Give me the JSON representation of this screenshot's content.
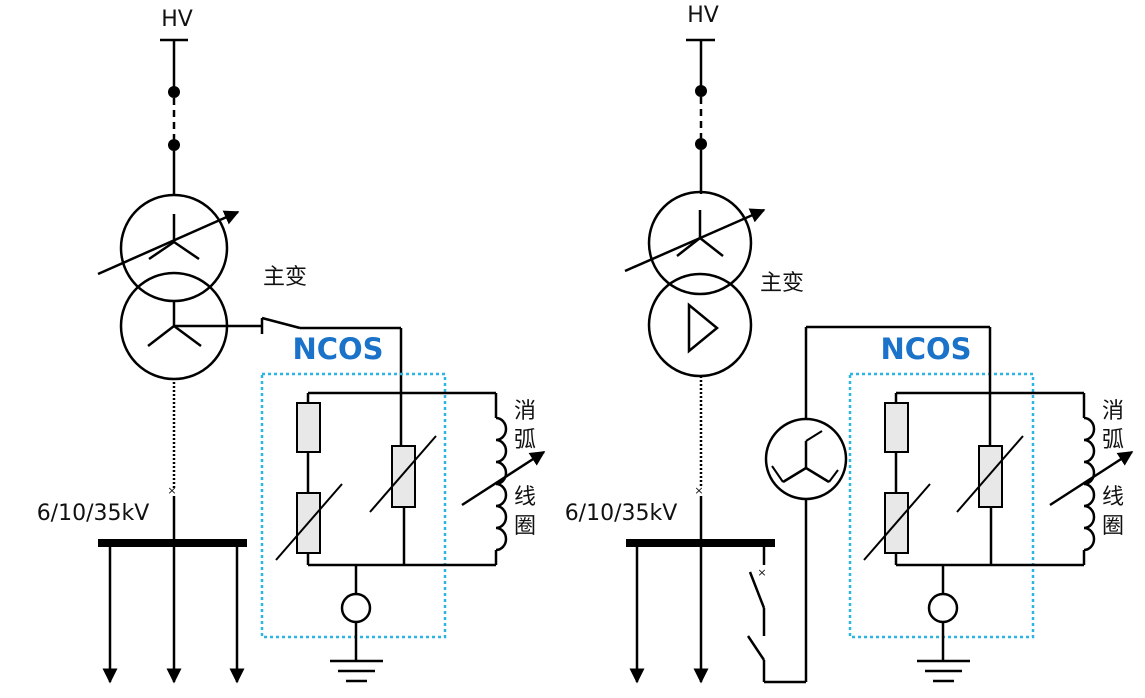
{
  "colors": {
    "wire": "#000000",
    "ncos_text": "#1a73c8",
    "ncos_box": "#2ab6e2",
    "resistor_fill": "#e8e8e8"
  },
  "left": {
    "hv_label": "HV",
    "transformer_label": "主变",
    "ncos_label": "NCOS",
    "voltage_label": "6/10/35kV",
    "coil_label": [
      "消",
      "弧",
      "线",
      "圈"
    ]
  },
  "right": {
    "hv_label": "HV",
    "transformer_label": "主变",
    "ncos_label": "NCOS",
    "voltage_label": "6/10/35kV",
    "coil_label": [
      "消",
      "弧",
      "线",
      "圈"
    ]
  }
}
